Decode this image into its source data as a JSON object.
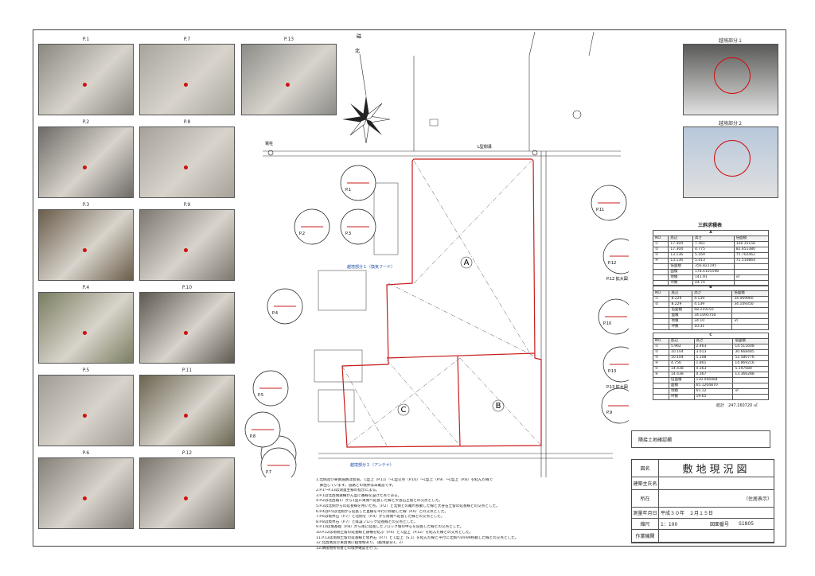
{
  "photos": [
    {
      "label": "P.1",
      "tone": "#8a8880"
    },
    {
      "label": "P.7",
      "tone": "#a8a59c"
    },
    {
      "label": "P.13",
      "tone": "#8c8c88"
    },
    {
      "label": "P.2",
      "tone": "#6e6a66"
    },
    {
      "label": "P.8",
      "tone": "#a6a29a"
    },
    {
      "label": "P.3",
      "tone": "#6a5c4a"
    },
    {
      "label": "P.9",
      "tone": "#7c7870"
    },
    {
      "label": "P.4",
      "tone": "#7a7d60"
    },
    {
      "label": "P.10",
      "tone": "#5e5a52"
    },
    {
      "label": "P.5",
      "tone": "#a09c94"
    },
    {
      "label": "P.11",
      "tone": "#6a6450"
    },
    {
      "label": "P.6",
      "tone": "#858078"
    },
    {
      "label": "P.12",
      "tone": "#7a766e"
    }
  ],
  "boundary_photos": [
    {
      "label": "越境部分１",
      "tone": "#5a5a58"
    },
    {
      "label": "越境部分２",
      "tone": "#b8c8dc"
    }
  ],
  "plan": {
    "north_mark": "北",
    "north_top": "磁",
    "lots": [
      "A",
      "B",
      "C"
    ],
    "callouts": [
      "P.1",
      "P.2",
      "P.3",
      "P.4",
      "P.5",
      "P.6",
      "P.7",
      "P.8",
      "P.9",
      "P.10",
      "P.11",
      "P.12",
      "P.13"
    ],
    "side_labels": [
      "P.12 拡大図",
      "P.13 拡大図"
    ],
    "encroach1": "越境部分１（換気フード）",
    "encroach2": "越境部分２（アンテナ）",
    "street_label": "L型側溝",
    "pole_label": "電柱"
  },
  "tables": {
    "title": "三斜求積表",
    "A": {
      "name": "A",
      "headers": [
        "NO.",
        "底辺",
        "高さ",
        "倍面積"
      ],
      "rows": [
        [
          "①",
          "17.304",
          "7.361",
          "126.35156"
        ],
        [
          "②",
          "17.304",
          "4.775",
          "82.651380"
        ],
        [
          "③",
          "13.136",
          "5.169",
          "75.702462"
        ],
        [
          "④",
          "13.136",
          "5.413",
          "71.110864"
        ]
      ],
      "sum_rows": [
        [
          "倍面積",
          "356.821195"
        ],
        [
          "面積",
          "178.4105598"
        ],
        [
          "地積",
          "141.91",
          "㎡"
        ],
        [
          "坪数",
          "44.74"
        ]
      ]
    },
    "B": {
      "name": "B",
      "headers": [
        "NO.",
        "底辺",
        "高さ",
        "倍面積"
      ],
      "rows": [
        [
          "①",
          "8.229",
          "4.139",
          "34.069960"
        ],
        [
          "②",
          "8.229",
          "4.139",
          "34.109350"
        ]
      ],
      "sum_rows": [
        [
          "倍面積",
          "68.219150"
        ],
        [
          "面積",
          "34.1095750"
        ],
        [
          "地積",
          "34.10",
          "㎡"
        ],
        [
          "坪数",
          "10.31"
        ]
      ]
    },
    "C": {
      "name": "C",
      "headers": [
        "NO.",
        "底辺",
        "高さ",
        "倍面積"
      ],
      "rows": [
        [
          "①",
          "5.962",
          "2.463",
          "14.511608"
        ],
        [
          "②",
          "10.104",
          "3.013",
          "30.668485"
        ],
        [
          "③",
          "10.104",
          "5.108",
          "52.580776"
        ],
        [
          "④",
          "4.756",
          "1.861",
          "14.869216"
        ],
        [
          "⑤",
          "14.438",
          "0.363",
          "5.197680"
        ],
        [
          "⑥",
          "14.438",
          "0.367",
          "13.366288"
        ]
      ],
      "sum_rows": [
        [
          "倍面積",
          "130.096984"
        ],
        [
          "面積",
          "65.1204870"
        ],
        [
          "地積",
          "65.12",
          "㎡"
        ],
        [
          "坪数",
          "19.65"
        ]
      ]
    },
    "total_label": "総計",
    "total_value": "247.160720",
    "total_unit": "㎡"
  },
  "confirm_label": "隣接土地確認欄",
  "titleblock": {
    "rows": [
      {
        "key": "図名",
        "value": "敷地現況図"
      },
      {
        "key": "建築主氏名",
        "value": ""
      },
      {
        "key": "所在",
        "value": "（住居表示）"
      },
      {
        "key": "測量年月日",
        "value": "平成３０年　２月１５日"
      },
      {
        "key": "縮尺",
        "value": "1：100"
      },
      {
        "key": "作業機関",
        "value": ""
      }
    ],
    "drawing_no_label": "図面番号",
    "drawing_no": "S1805"
  },
  "notes": [
    "1.北側及び東側道路は仮道。 L型上（P.11）～L型交点（P.10）～L型上（P.9）～L型上（P.8）を結んだ線で",
    "　算出しています。道路との境界は未確認です。",
    "2.P.1～P.13は測量主様の指示による。",
    "3.P.1は北西側鉄柵かん型に番線を設けた点である。",
    "4.P.2は北西角1）から1型に東側へ延長した線と大谷石土留との交点とした。",
    "5.P.3は北側からの延長線を用いた点。（P.2）と北側との離れ移動した線と大谷石土留の延長線との交点とした。",
    "6.P.4はP.5は北側から延長した直線を平行に移動した線（P.6）との交点とした。",
    "7.P.6は境界石（P.7）と北側を（P.4）から南側へ延長した線との交点とした。",
    "8.P.8は境界石（P.7）と既設ブロック延長線との交点とした。",
    "9.P.10は塀基礎（P.8）から南に延長したブロック塀の中心を延長した線との交点とした。",
    "10.P.12は南側土留の延長線と鉄柵を結ぶ（P.4）と L型上（P.12）を結んだ線との交点とした。",
    "11.P.13は南側土留の延長線と境界石（P.7）と L型上（S.1）を結んだ線と平行に北側へ0m99移動した線との交点とした。",
    "12.北西側及び東西側に越境物あり。（越境部分1，2）",
    "13.隣接地所有者との境界確認を行う。"
  ]
}
